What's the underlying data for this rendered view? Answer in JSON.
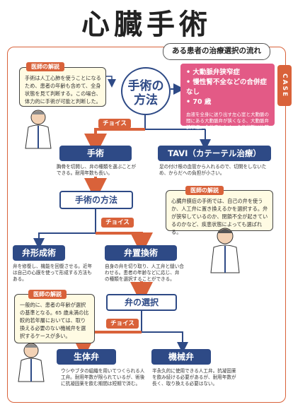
{
  "title": "心臓手術",
  "header": "ある患者の治療選択の流れ",
  "case_label": "CASE",
  "surgery_circle": "手術の方法",
  "patient": {
    "items": [
      "• 大動脈弁狭窄症",
      "• 慢性腎不全などの合併症なし",
      "• 70 歳"
    ],
    "description": "血液を全身に送り出す左心室と大動脈の間にある大動脈弁が狭くなる、大動脈弁狭窄症。合併症もなく、全身状態は比較的良好。"
  },
  "doctor_notes": [
    {
      "tag": "医師の解説",
      "text": "手術は人工心肺を使うことになるため、患者の年齢も含めて、全身状態を見て判断する。この場合、体力的に手術が可能と判断した。"
    },
    {
      "tag": "医師の解説",
      "text": "心臓弁膜症の手術では、自己の弁を使うか、人工弁に置き換えるかを選択する。弁が狭窄しているのか、閉鎖不全が起きているのかなど、疾患状態によっても選ばれる。"
    },
    {
      "tag": "医師の解説",
      "text": "一般的に、患者の年齢が選択の基準となる。65 歳未満の比較的若年層においては、取り換える必要のない機械弁を選択するケースが多い。"
    }
  ],
  "choice_label": "チョイス",
  "nodes": {
    "surgery": {
      "label": "手術",
      "desc": "胸骨を切開し、弁の種類を選ぶことができる。耐用年数も長い。"
    },
    "tavi": {
      "label": "TAVI（カテーテル治療）",
      "desc": "足の付け根の血管から入れるので、切開をしないため、からだへの負担が小さい。"
    },
    "method": {
      "label": "手術の方法"
    },
    "plasty": {
      "label": "弁形成術",
      "desc": "弁を修復し、機能を回復させる。近年は自己の心膜を使って形成する方法もある。"
    },
    "replace": {
      "label": "弁置換術",
      "desc": "自身の弁を切り取り、人工弁と縫い合わせる。患者の年齢などに応じ、弁の種類を選択することができる。"
    },
    "valve_select": {
      "label": "弁の選択"
    },
    "bio": {
      "label": "生体弁",
      "desc": "ウシやブタの組織を用いてつくられる人工弁。耐用年数が限られているが、術後に抗凝固薬を飲む期間は短期で済む。"
    },
    "mech": {
      "label": "機械弁",
      "desc": "半永久的に使用できる人工弁。抗凝固薬を飲み続ける必要があるが、耐用年数が長く、取り換える必要はない。"
    }
  },
  "colors": {
    "accent": "#d9623a",
    "navy": "#2e4a86",
    "pink": "#e35a86",
    "note_bg": "#fffbe3"
  }
}
